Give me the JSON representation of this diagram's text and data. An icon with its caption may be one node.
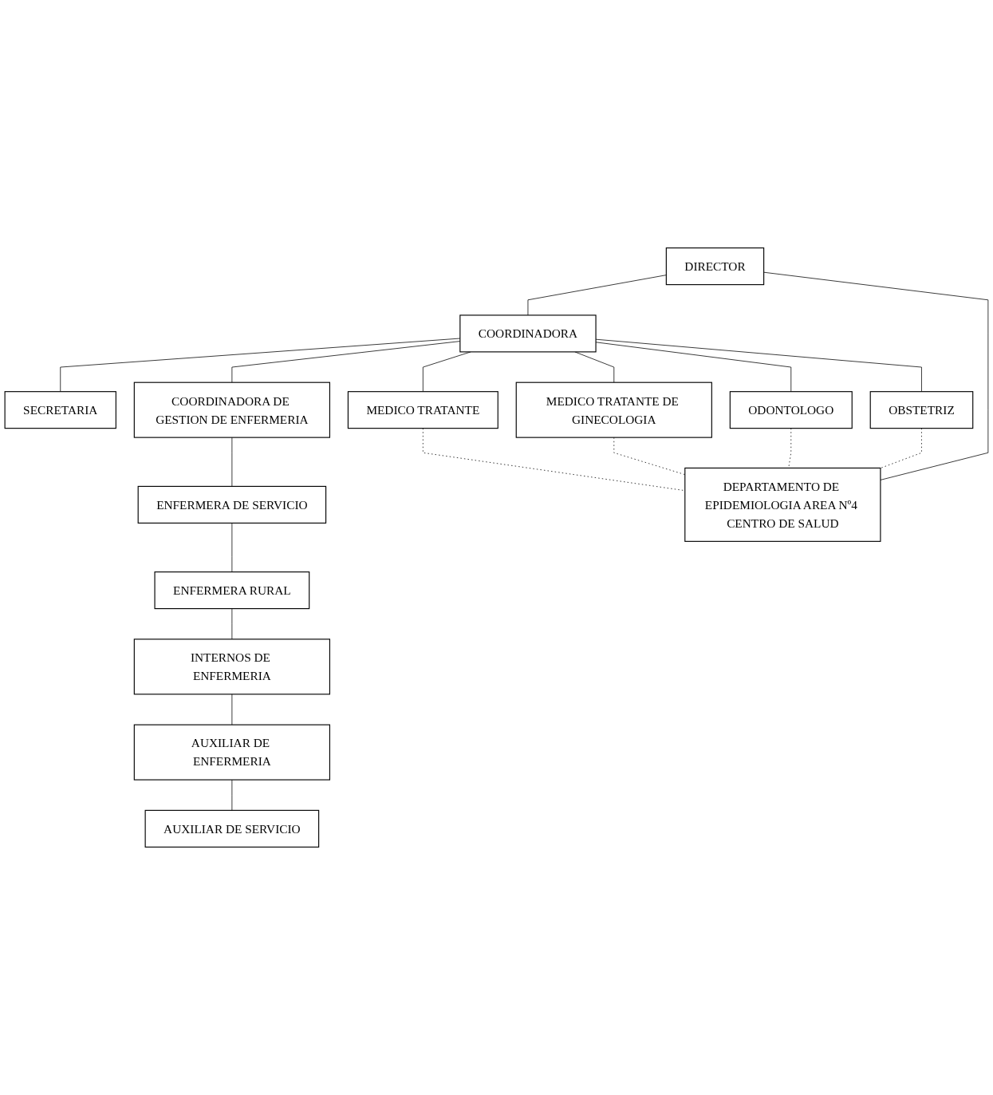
{
  "diagram": {
    "nodes": [
      {
        "text": [
          "DIRECTOR"
        ]
      },
      {
        "text": [
          "COORDINADORA"
        ]
      },
      {
        "text": [
          "DEPARTAMENTO DE EPIDEMIOLOGIA AREA Nº4 CENTRO DE SALUD"
        ]
      },
      {
        "text": [
          "SECRETARIA"
        ]
      },
      {
        "text": [
          "COORDINADORA DE GESTION DE ENFERMERIA"
        ]
      },
      {
        "text": [
          "MEDICO TRATANTE"
        ]
      },
      {
        "text": [
          "ENFERMERA DE SERVICIO"
        ]
      },
      {
        "text": [
          "MEDICO TRATANTE DE GINECOLOGIA"
        ]
      },
      {
        "text": [
          "ENFERMERA RURAL"
        ]
      },
      {
        "text": [
          "ODONTOLOGO"
        ]
      },
      {
        "text": [
          "INTERNOS DE ENFERMERIA"
        ]
      },
      {
        "text": [
          "OBSTETRIZ"
        ]
      },
      {
        "text": [
          "AUXILIAR DE ENFERMERIA"
        ]
      },
      {
        "text": [
          "AUXILIAR DE SERVICIO"
        ]
      }
    ],
    "edges": [
      {
        "from": 0,
        "to": 1,
        "arrow": "none"
      },
      {
        "from": 0,
        "to": 2,
        "arrow": "none"
      },
      {
        "from": 1,
        "to": 3,
        "arrow": "none"
      },
      {
        "from": 1,
        "to": 4,
        "arrow": "none"
      },
      {
        "from": 1,
        "to": 5,
        "arrow": "none"
      },
      {
        "from": 1,
        "to": 7,
        "arrow": "none"
      },
      {
        "from": 1,
        "to": 9,
        "arrow": "none"
      },
      {
        "from": 1,
        "to": 11,
        "arrow": "none"
      },
      {
        "from": 4,
        "to": 6,
        "arrow": "none"
      },
      {
        "from": 6,
        "to": 8,
        "arrow": "none"
      },
      {
        "from": 8,
        "to": 10,
        "arrow": "none"
      },
      {
        "from": 10,
        "to": 12,
        "arrow": "none"
      },
      {
        "from": 12,
        "to": 13,
        "arrow": "none"
      },
      {
        "from": 5,
        "to": 2,
        "arrow": "none",
        "style": "dashed"
      },
      {
        "from": 7,
        "to": 2,
        "arrow": "none",
        "style": "dashed"
      },
      {
        "from": 9,
        "to": 2,
        "arrow": "none",
        "style": "dashed"
      },
      {
        "from": 11,
        "to": 2,
        "arrow": "none",
        "style": "dashed"
      }
    ]
  }
}
